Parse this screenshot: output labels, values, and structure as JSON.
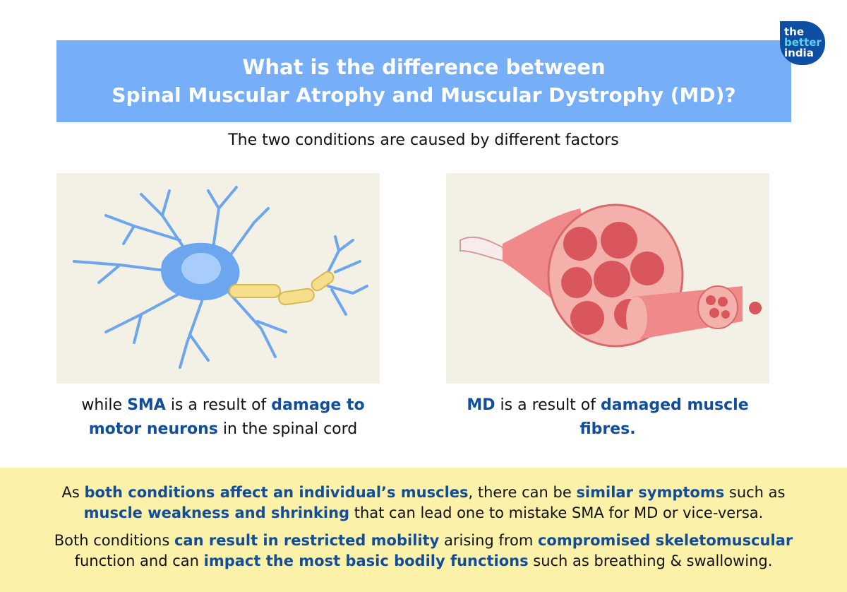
{
  "header": {
    "title_line1": "What is the difference between",
    "title_line2": "Spinal Muscular Atrophy and Muscular Dystrophy (MD)?"
  },
  "logo": {
    "line1": "the",
    "line2": "better",
    "line3": "india"
  },
  "subtitle": "The two conditions are caused by different factors",
  "left_caption": {
    "t1": "while ",
    "h1": "SMA",
    "t2": " is a result of ",
    "h2": "damage to motor neurons",
    "t3": " in the spinal cord"
  },
  "right_caption": {
    "h1": "MD",
    "t1": " is a result of ",
    "h2": "damaged muscle fibres."
  },
  "footer": {
    "p1": {
      "t1": "As ",
      "h1": "both conditions affect an individual’s muscles",
      "t2": ", there can be ",
      "h2": "similar symptoms",
      "t3": " such as ",
      "h3": "muscle weakness and shrinking",
      "t4": " that can lead one to mistake SMA for MD or vice-versa."
    },
    "p2": {
      "t1": "Both conditions ",
      "h1": "can result in restricted mobility",
      "t2": " arising from ",
      "h2": "compromised skeletomuscular",
      "t3": " function and can ",
      "h3": "impact the most basic bodily functions",
      "t4": " such as breathing & swallowing."
    }
  },
  "icons": {
    "left_panel": "neuron-illustration",
    "right_panel": "muscle-fibre-illustration"
  },
  "colors": {
    "banner": "#76aef7",
    "highlight": "#114d9b",
    "footer": "#fbf1a8",
    "panel": "#f3f0e6"
  }
}
